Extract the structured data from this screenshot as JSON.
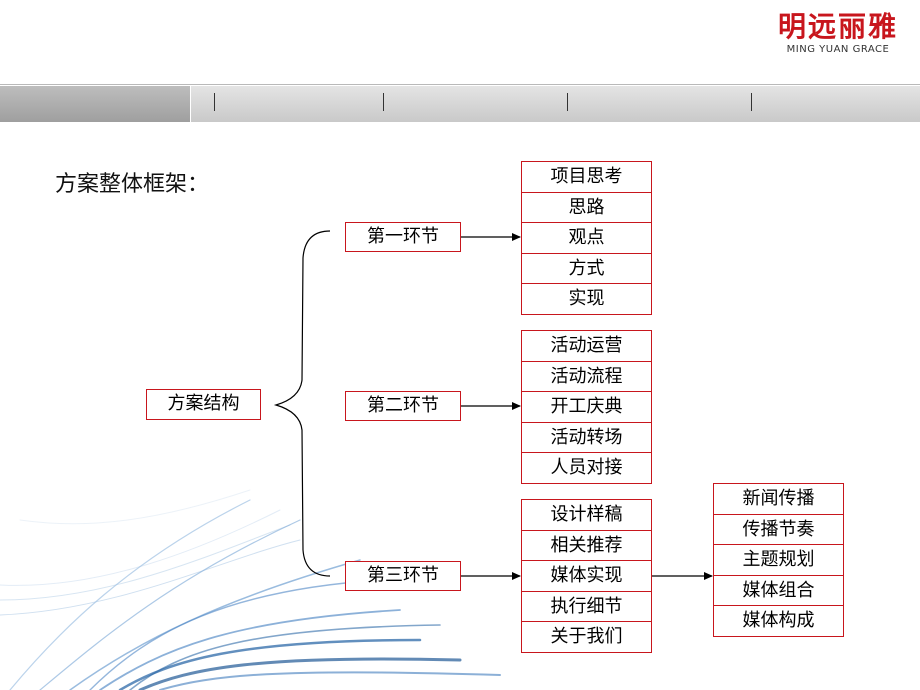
{
  "logo": {
    "chinese": "明远丽雅",
    "english": "MING YUAN GRACE"
  },
  "title": "方案整体框架：",
  "root": "方案结构",
  "stages": [
    {
      "label": "第一环节",
      "items": [
        "项目思考",
        "思路",
        "观点",
        "方式",
        "实现"
      ]
    },
    {
      "label": "第二环节",
      "items": [
        "活动运营",
        "活动流程",
        "开工庆典",
        "活动转场",
        "人员对接"
      ]
    },
    {
      "label": "第三环节",
      "items": [
        "设计样稿",
        "相关推荐",
        "媒体实现",
        "执行细节",
        "关于我们"
      ]
    }
  ],
  "media": {
    "items": [
      "新闻传播",
      "传播节奏",
      "主题规划",
      "媒体组合",
      "媒体构成"
    ]
  },
  "colors": {
    "border": "#c8161d",
    "brand_red": "#c8161d",
    "swoosh_blue": "#2e6aa8"
  }
}
